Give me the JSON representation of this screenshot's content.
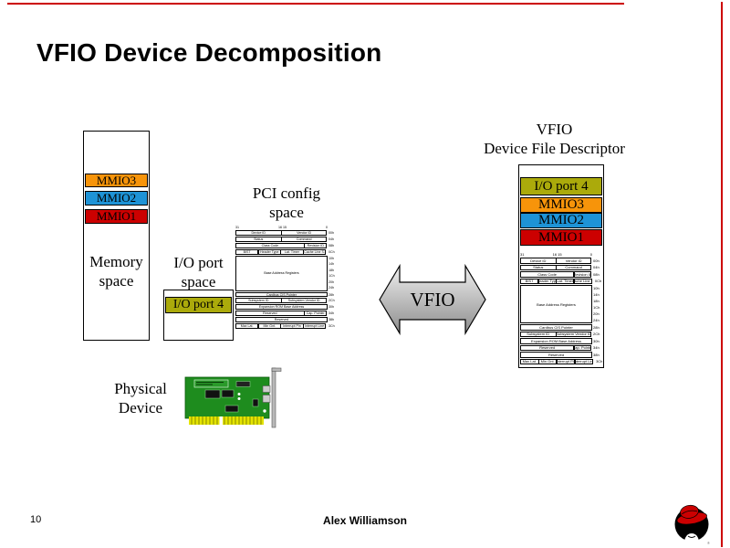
{
  "slide": {
    "title": "VFIO Device Decomposition",
    "page_number": "10",
    "author": "Alex Williamson"
  },
  "accent": {
    "red": "#cc0000"
  },
  "memory_space": {
    "label_line1": "Memory",
    "label_line2": "space",
    "regions": [
      {
        "name": "MMIO3",
        "color": "#f7940a"
      },
      {
        "name": "MMIO2",
        "color": "#1e93d6"
      },
      {
        "name": "MMIO1",
        "color": "#cc0000"
      }
    ]
  },
  "io_port_space": {
    "label_line1": "I/O port",
    "label_line2": "space",
    "region": {
      "name": "I/O port 4",
      "color": "#abaa0b"
    }
  },
  "pci_config_label": {
    "line1": "PCI config",
    "line2": "space"
  },
  "vfio_arrow": {
    "label": "VFIO"
  },
  "device_fd": {
    "title_line1": "VFIO",
    "title_line2": "Device File Descriptor",
    "regions": [
      {
        "name": "I/O port 4",
        "color": "#abaa0b"
      },
      {
        "name": "MMIO3",
        "color": "#f7940a"
      },
      {
        "name": "MMIO2",
        "color": "#1e93d6"
      },
      {
        "name": "MMIO1",
        "color": "#cc0000"
      }
    ]
  },
  "physical_device": {
    "label_line1": "Physical",
    "label_line2": "Device",
    "board_color": "#1e8c1e"
  },
  "pci_config_table": {
    "bit_left": "31",
    "bit_mid": "16 15",
    "bit_right": "0",
    "rows": [
      {
        "cells": [
          {
            "t": "Device ID",
            "w": 50
          },
          {
            "t": "Vendor ID",
            "w": 50
          }
        ],
        "off": [
          "00h"
        ]
      },
      {
        "cells": [
          {
            "t": "Status",
            "w": 50
          },
          {
            "t": "Command",
            "w": 50
          }
        ],
        "off": [
          "04h"
        ]
      },
      {
        "cells": [
          {
            "t": "Class Code",
            "w": 75
          },
          {
            "t": "Revision ID",
            "w": 25
          }
        ],
        "off": [
          "08h"
        ]
      },
      {
        "cells": [
          {
            "t": "BIST",
            "w": 25
          },
          {
            "t": "Header Type",
            "w": 25
          },
          {
            "t": "Lat. Timer",
            "w": 25
          },
          {
            "t": "Cache Line S.",
            "w": 25
          }
        ],
        "off": [
          "0Ch"
        ]
      },
      {
        "bar": true,
        "cells": [
          {
            "t": "Base Address Registers",
            "w": 100
          }
        ],
        "off": [
          "10h",
          "14h",
          "18h",
          "1Ch",
          "20h",
          "24h"
        ]
      },
      {
        "cells": [
          {
            "t": "Cardbus CIS Pointer",
            "w": 100
          }
        ],
        "off": [
          "28h"
        ]
      },
      {
        "cells": [
          {
            "t": "Subsystem ID",
            "w": 50
          },
          {
            "t": "Subsystem Vendor ID",
            "w": 50
          }
        ],
        "off": [
          "2Ch"
        ]
      },
      {
        "cells": [
          {
            "t": "Expansion ROM Base Address",
            "w": 100
          }
        ],
        "off": [
          "30h"
        ]
      },
      {
        "cells": [
          {
            "t": "Reserved",
            "w": 75
          },
          {
            "t": "Cap. Pointer",
            "w": 25
          }
        ],
        "off": [
          "34h"
        ]
      },
      {
        "cells": [
          {
            "t": "Reserved",
            "w": 100
          }
        ],
        "off": [
          "38h"
        ]
      },
      {
        "cells": [
          {
            "t": "Max Lat.",
            "w": 25
          },
          {
            "t": "Min Gnt.",
            "w": 25
          },
          {
            "t": "Interrupt Pin",
            "w": 25
          },
          {
            "t": "Interrupt Line",
            "w": 25
          }
        ],
        "off": [
          "3Ch"
        ]
      }
    ]
  }
}
